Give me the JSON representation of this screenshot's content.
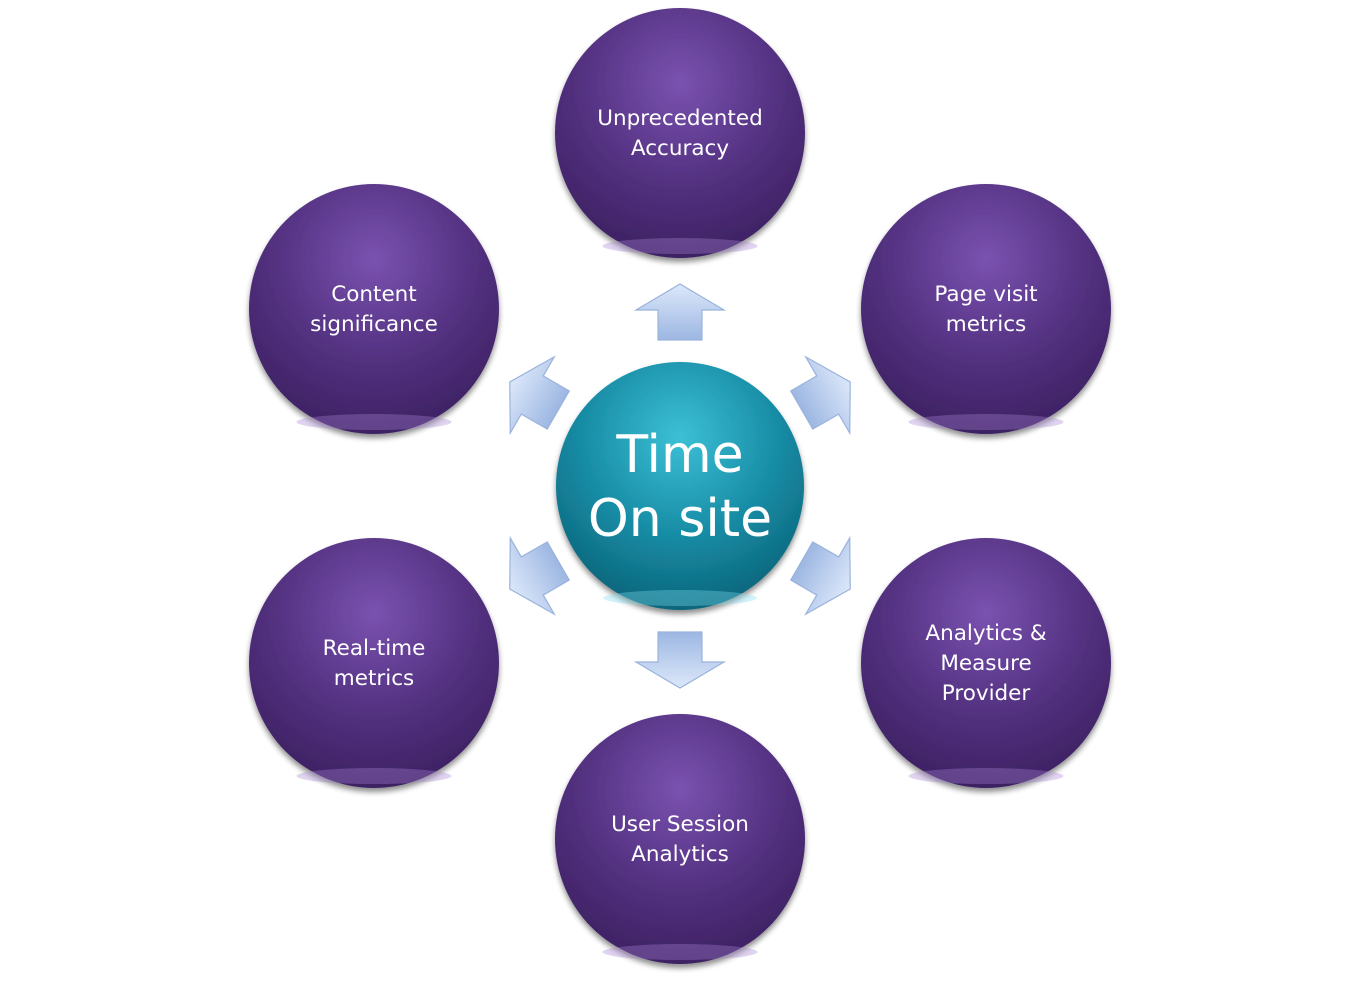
{
  "hub": {
    "lines": [
      "Time",
      "On site"
    ],
    "color": "#1a9bb4"
  },
  "nodes": [
    {
      "id": "unprecedented-accuracy",
      "lines": [
        "Unprecedented",
        "Accuracy"
      ]
    },
    {
      "id": "page-visit-metrics",
      "lines": [
        "Page visit",
        "metrics"
      ]
    },
    {
      "id": "analytics-measure-provider",
      "lines": [
        "Analytics &",
        "Measure",
        "Provider"
      ]
    },
    {
      "id": "user-session-analytics",
      "lines": [
        "User Session",
        "Analytics"
      ]
    },
    {
      "id": "real-time-metrics",
      "lines": [
        "Real-time",
        "metrics"
      ]
    },
    {
      "id": "content-significance",
      "lines": [
        "Content",
        "significance"
      ]
    }
  ],
  "colors": {
    "node": "#5a3590",
    "arrow": "#b8cdef"
  }
}
